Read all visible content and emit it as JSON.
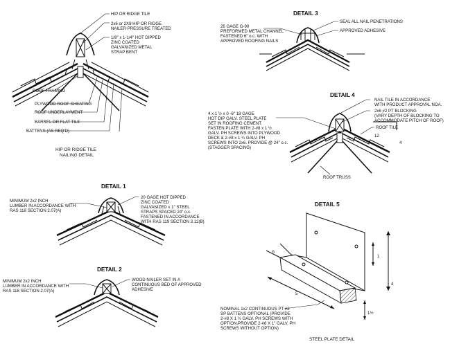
{
  "hip_ridge": {
    "labels": [
      "HIP OR RIDGE TILE",
      "2x6 or 2X8 HIP OR RIDGE",
      "NAILER PRESSURE TREATED",
      "1/8″ x 1-1/4″ HOT DIPPED",
      "ZINC COATED",
      "GALVANIZED METAL",
      "STRAP BENT",
      "ROOF FRAMING",
      "PLYWOOD ROOF SHEATING",
      "ROOF UNDERLAYMENT",
      "BARREL OR FLAT TILE",
      "BATTENS (AS REQ'D)"
    ],
    "caption": [
      "HIP OR RIDGE TILE",
      "NAILING DETAIL"
    ]
  },
  "detail1": {
    "title": "DETAIL 1",
    "left_note": [
      "MINIMUM 2x2 INCH",
      "LUMBER IN ACCORDANCE WITH",
      "RAS 118 SECTION 2.07(A)"
    ],
    "right_note": [
      "20 GAGE HOT DIPPED",
      "ZINC COATED",
      "GALVANIZED x 1″ STEEL",
      "STRAPS SPACED 24″ o.c.",
      "FASTENED IN ACCORDANCE",
      "WITH RAS 119 SECTION 3.12(B)"
    ]
  },
  "detail2": {
    "title": "DETAIL 2",
    "left_note": [
      "MINIMUM 2x2 INCH",
      "LUMBER IN ACCORDANCE WITH",
      "RAS 118 SECTION 2.07(A)"
    ],
    "right_note": [
      "WOOD NAILER SET IN A",
      "CONTINUOUS BED OF APPROVED",
      "ADHESIVE"
    ]
  },
  "detail3": {
    "title": "DETAIL 3",
    "left_note": [
      "26 GAGE G-90",
      "PREFORMED METAL CHANNEL",
      "FASTENED 6″ o.c. WITH",
      "APPROVED ROOFING NAILS"
    ],
    "right_notes": [
      "SEAL ALL NAIL PENETRATIONS",
      "APPROVED ADHESIVE"
    ]
  },
  "detail4": {
    "title": "DETAIL 4",
    "left_note": [
      "4 x 1 ½ x 0 -6″ 18 GAGE",
      "HOT DIP GALV. STEEL PLATE",
      "SET IN ROOFING CEMENT.",
      "FASTEN PLATE WITH 2-#8 x 1 ½",
      "GALV. PH SCREWS INTO PLYWOOD",
      "DECK & 2-#8 x 1 ¼ GALV. PH",
      "SCREWS INTO 2x6. PROVIDE @ 24″ o.c.",
      "(STAGGER SPACING)"
    ],
    "right_notes": [
      "NAIL TILE IN ACCORDANCE",
      "WITH PRODUCT APPROVAL NOA.",
      "2x6 #2 PT BLOCKING",
      "(VARY DEPTH OF BLOCKING TO",
      "ACCOMMODATE PITCH OF ROOF)",
      "ROOF TILE"
    ],
    "pitch": [
      "12",
      "4"
    ],
    "bottom_label": "ROOF TRUSS"
  },
  "detail5": {
    "title": "DETAIL 5",
    "dims": [
      "6",
      "1",
      "4",
      "5",
      "1½"
    ],
    "note": [
      "NOMINAL 1x2 CONTINUOUS PT #2",
      "SP BATTENS OPTIONAL (PROVIDE",
      "2-#8 X 1 ½ GALV. PH SCREWS WITH",
      "OPTION,PROVIDE 2-#8 X 1″ GALV. PH",
      "SCREWS WITHOUT OPTION)"
    ],
    "caption": "STEEL PLATE DETAIL"
  }
}
